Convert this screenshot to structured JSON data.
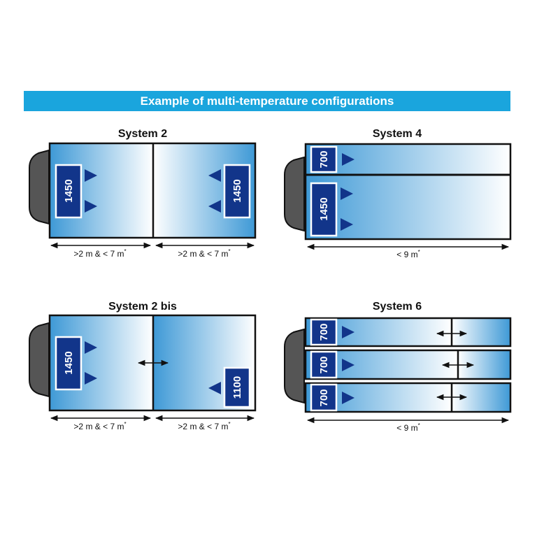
{
  "banner": {
    "title": "Example of multi-temperature configurations"
  },
  "colors": {
    "banner": "#1aa5dd",
    "unit_box": "#12358a",
    "gradient_dark": "#3e99d6",
    "gradient_light": "#ffffff",
    "cab": "#555555"
  },
  "systems": [
    {
      "title": "System 2",
      "units": [
        "1450",
        "1450"
      ],
      "dims": [
        ">2 m & < 7 m",
        ">2 m & < 7 m"
      ],
      "dim_mark": "*"
    },
    {
      "title": "System 4",
      "units": [
        "700",
        "1450"
      ],
      "dims": [
        "< 9 m"
      ],
      "dim_mark": "*"
    },
    {
      "title": "System 2 bis",
      "units": [
        "1450",
        "1100"
      ],
      "dims": [
        ">2 m & < 7 m",
        ">2 m & < 7 m"
      ],
      "dim_mark": "*"
    },
    {
      "title": "System 6",
      "units": [
        "700",
        "700",
        "700"
      ],
      "dims": [
        "< 9 m"
      ],
      "dim_mark": "*"
    }
  ]
}
